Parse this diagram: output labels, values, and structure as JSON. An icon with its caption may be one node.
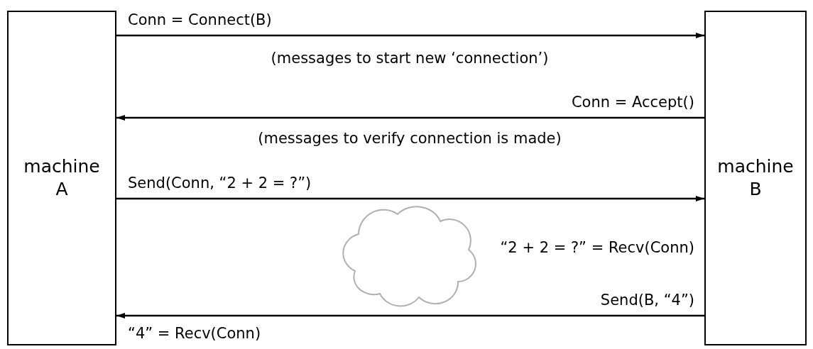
{
  "diagram": {
    "nodes": [
      {
        "text": [
          "machine A"
        ]
      },
      {
        "text": [
          "machine B"
        ]
      },
      {
        "text": [],
        "shape": "cloud"
      }
    ],
    "edges": [
      {
        "from": 0,
        "to": 1,
        "arrow": "to",
        "label": "Conn = Connect(B)"
      },
      {
        "from": 1,
        "to": 0,
        "arrow": "to",
        "label": "Conn = Accept()"
      },
      {
        "from": 0,
        "to": 1,
        "arrow": "to",
        "label": "Send(Conn, “2 + 2 = ?”)"
      },
      {
        "from": 1,
        "to": 0,
        "arrow": "to",
        "label": "Send(B, “4”)"
      }
    ],
    "labels": [
      "(messages to start new ‘connection’)",
      "(messages to verify connection is made)",
      "“2 + 2 = ?” = Recv(Conn)",
      "“4” = Recv(Conn)"
    ]
  }
}
